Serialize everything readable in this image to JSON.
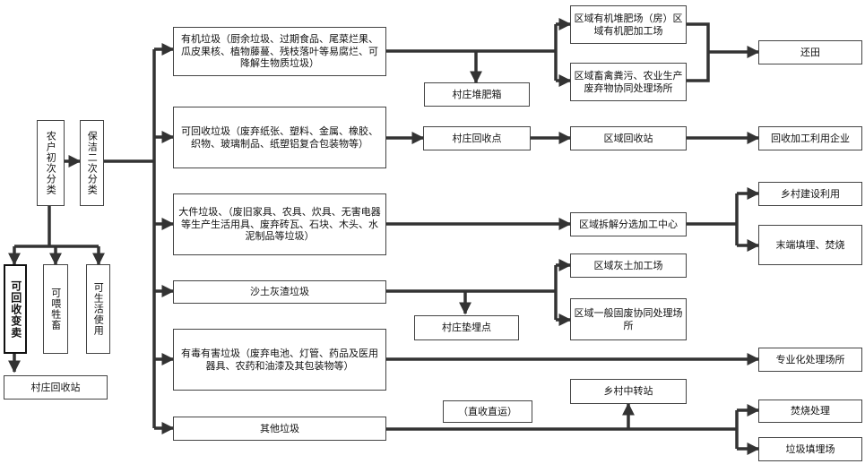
{
  "nodes": {
    "farmer": "农户初次分类",
    "cleaner": "保洁二次分类",
    "recyclable_sell": "可回收变卖",
    "feed_livestock": "可喂牲畜",
    "daily_use": "可生活使用",
    "village_recycle_station": "村庄回收站",
    "organic": "有机垃圾（厨余垃圾、过期食品、尾菜烂果、瓜皮果核、植物藤蔓、残枝落叶等易腐烂、可降解生物质垃圾）",
    "recyclable": "可回收垃圾（废弃纸张、塑料、金属、橡胶、织物、玻璃制品、纸塑铝复合包装物等）",
    "bulky": "大件垃圾、（废旧家具、农具、炊具、无害电器等生产生活用具、废弃砖瓦、石块、木头、水泥制品等垃圾）",
    "sand_ash": "沙土灰渣垃圾",
    "hazardous": "有毒有害垃圾（废弃电池、灯管、药品及医用器具、农药和油漆及其包装物等）",
    "other": "其他垃圾",
    "compost_bin": "村庄堆肥箱",
    "regional_compost": "区域有机堆肥场（房）区域有机肥加工场",
    "livestock_manure": "区域畜禽粪污、农业生产废弃物协同处理场所",
    "return_field": "还田",
    "village_recycle_point": "村庄回收点",
    "regional_recycle_station": "区域回收站",
    "recycle_enterprise": "回收加工利用企业",
    "dismantle_center": "区域拆解分选加工中心",
    "rural_construction": "乡村建设利用",
    "terminal_treatment": "末端填埋、焚烧",
    "regional_ash_plant": "区域灰土加工场",
    "regional_solid_waste": "区域一般固废协同处理场所",
    "village_landfill_point": "村庄垫埋点",
    "professional_site": "专业化处理场所",
    "rural_transfer": "乡村中转站",
    "direct_collect": "（直收直运）",
    "incineration": "焚烧处理",
    "landfill": "垃圾填埋场"
  }
}
